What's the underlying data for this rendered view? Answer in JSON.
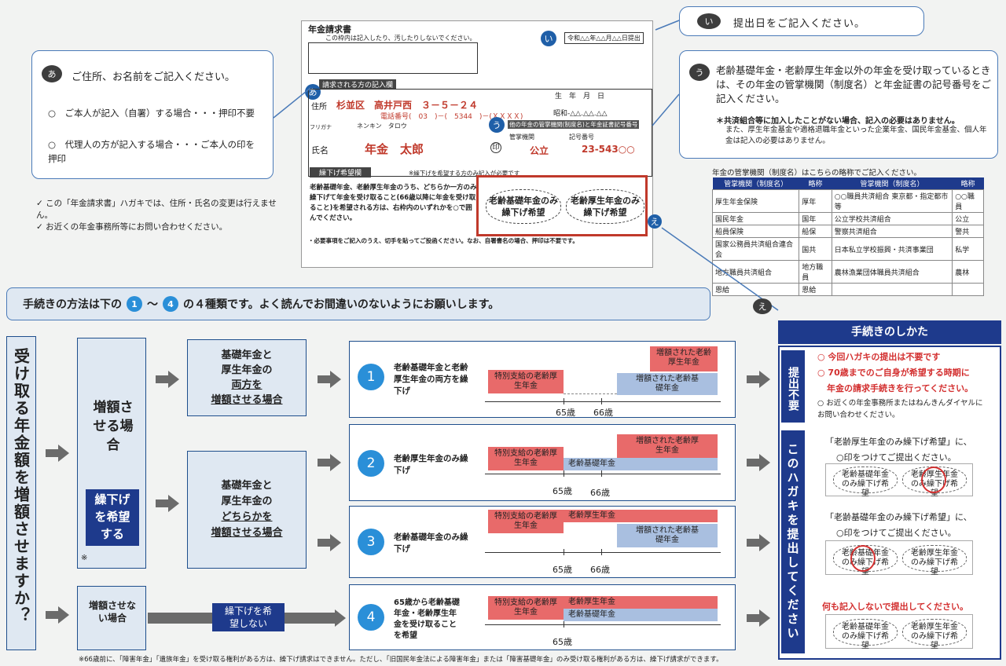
{
  "bubble_a": {
    "marker": "あ",
    "title": "ご住所、お名前をご記入ください。",
    "item1": "○　ご本人が記入（自署）する場合・・・押印不要",
    "item2": "○　代理人の方が記入する場合・・・ご本人の印を押印"
  },
  "notes_left": [
    "✓ この「年金請求書」ハガキでは、住所・氏名の変更は行えません。",
    "✓ お近くの年金事務所等にお問い合わせください。"
  ],
  "form": {
    "title": "年金請求書",
    "frame_note": "この枠内は記入したり、汚したりしないでください。",
    "date_label": "令和△△年△△月△△日提出",
    "section_title": "請求される方の記入欄",
    "birth_header": "生　年　月　日",
    "birth_value": "昭和-△△.△△.△△",
    "addr_label": "住所",
    "addr_value": "杉並区　高井戸西　３－５－２４",
    "phone": "電話番号(　03　)－(　5344　)－(ＸＸＸＸ)",
    "furigana_label": "フリガナ",
    "furigana_value": "ネンキン　タロウ",
    "name_label": "氏名",
    "name_value": "年金　太郎",
    "seal": "印",
    "agency_header": "他の年金の管掌機関(制度名)と年金証書記号番号",
    "agency_label": "管掌機関",
    "number_label": "記号番号",
    "agency_value": "公立",
    "number_value": "23-543○○",
    "defer_title": "繰下げ希望欄",
    "defer_note": "※繰下げを希望する方のみ記入が必要です",
    "defer_text": "老齢基礎年金、老齢厚生年金のうち、どちらか一方のみ繰下げて年金を受け取ること(66歳以降に年金を受け取ること)を希望される方は、右枠内のいずれかを○で囲んでください。",
    "opt1": "老齢基礎年金のみ繰下げ希望",
    "opt2": "老齢厚生年金のみ繰下げ希望",
    "footer": "・必要事項をご記入のうえ、切手を貼ってご投函ください。なお、自署書名の場合、押印は不要です。",
    "markers": {
      "a": "あ",
      "i": "い",
      "u": "う",
      "e": "え"
    }
  },
  "bubble_i": {
    "marker": "い",
    "text": "提出日をご記入ください。"
  },
  "bubble_u": {
    "marker": "う",
    "text": "老齢基礎年金・老齢厚生年金以外の年金を受け取っているときは、その年金の管掌機関（制度名）と年金証書の記号番号をご記入ください。",
    "bold": "＊共済組合等に加入したことがない場合、記入の必要はありません。",
    "note": "また、厚生年金基金や適格退職年金といった企業年金、国民年金基金、個人年金は記入の必要はありません。"
  },
  "agency_table": {
    "caption": "年金の管掌機関（制度名）はこちらの略称でご記入ください。",
    "headers": [
      "管掌機関（制度名）",
      "略称",
      "管掌機関（制度名）",
      "略称"
    ],
    "rows": [
      [
        "厚生年金保険",
        "厚年",
        "○○職員共済組合 東京都・指定都市等",
        "○○職員"
      ],
      [
        "国民年金",
        "国年",
        "公立学校共済組合",
        "公立"
      ],
      [
        "船員保険",
        "船保",
        "警察共済組合",
        "警共"
      ],
      [
        "国家公務員共済組合連合会",
        "国共",
        "日本私立学校振興・共済事業団",
        "私学"
      ],
      [
        "地方職員共済組合",
        "地方職員",
        "農林漁業団体職員共済組合",
        "農林"
      ],
      [
        "恩給",
        "恩給",
        "",
        ""
      ]
    ]
  },
  "banner": {
    "pre": "手続きの方法は下の",
    "n1": "1",
    "tilde": "～",
    "n4": "4",
    "post": "の４種類です。よく読んでお間違いのないようにお願いします。"
  },
  "left_q": "受け取る年金額を増額させますか？",
  "increase": {
    "title": "増額させる場合",
    "defer": "繰下げを希望する",
    "mark": "※"
  },
  "no_increase": {
    "title": "増額させない場合",
    "defer": "繰下げを希望しない"
  },
  "both": {
    "l1": "基礎年金と",
    "l2": "厚生年金の",
    "l3": "両方を",
    "l4": "増額させる場合"
  },
  "either": {
    "l1": "基礎年金と",
    "l2": "厚生年金の",
    "l3": "どちらかを",
    "l4": "増額させる場合"
  },
  "methods": [
    {
      "num": "1",
      "label": "老齢基礎年金と老齢厚生年金の両方を繰下げ",
      "bar_left": "特別支給の老齢厚生年金",
      "bar_top_right": "増額された老齢厚生年金",
      "bar_bottom_right": "増額された老齢基礎年金",
      "age1": "65歳",
      "age2": "66歳"
    },
    {
      "num": "2",
      "label": "老齢厚生年金のみ繰下げ",
      "bar_left": "特別支給の老齢厚生年金",
      "bar_top_right": "増額された老齢厚生年金",
      "bar_bottom": "老齢基礎年金",
      "age1": "65歳",
      "age2": "66歳"
    },
    {
      "num": "3",
      "label": "老齢基礎年金のみ繰下げ",
      "bar_left": "特別支給の老齢厚生年金",
      "bar_top": "老齢厚生年金",
      "bar_bottom_right": "増額された老齢基礎年金",
      "age1": "65歳",
      "age2": "66歳"
    },
    {
      "num": "4",
      "label": "65歳から老齢基礎年金・老齢厚生年金を受け取ることを希望",
      "bar_left": "特別支給の老齢厚生年金",
      "bar_top": "老齢厚生年金",
      "bar_bottom": "老齢基礎年金",
      "age1": "65歳"
    }
  ],
  "procedure": {
    "marker": "え",
    "title": "手続きのしかた",
    "p1_label": "提出不要",
    "p1_red1": "○ 今回ハガキの提出は不要です",
    "p1_red2": "○ 70歳までのご自身が希望する時期に",
    "p1_red3": "年金の請求手続きを行ってください。",
    "p1_note": "○ お近くの年金事務所またはねんきんダイヤルにお問い合わせください。",
    "p2_label": "このハガキを提出してください",
    "p2_text1": "「老齢厚生年金のみ繰下げ希望」に、",
    "p2_text1b": "○印をつけてご提出ください。",
    "p2_text2": "「老齢基礎年金のみ繰下げ希望」に、",
    "p2_text2b": "○印をつけてご提出ください。",
    "p3_red": "何も記入しないで提出してください。",
    "stamp_a": "老齢基礎年金のみ繰下げ希望",
    "stamp_b": "老齢厚生年金のみ繰下げ希望"
  },
  "footnote": "※66歳前に、「障害年金」「遺族年金」を受け取る権利がある方は、繰下げ請求はできません。ただし、「旧国民年金法による障害年金」または「障害基礎年金」のみ受け取る権利がある方は、繰下げ請求ができます。"
}
